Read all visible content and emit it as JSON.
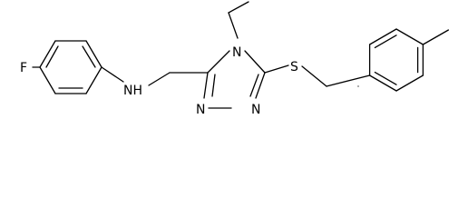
{
  "atoms": {
    "fluorine": "F",
    "amine": "NH",
    "ring_n_top": "N",
    "ring_n_left": "N",
    "ring_n_right": "N",
    "sulfur": "S"
  }
}
